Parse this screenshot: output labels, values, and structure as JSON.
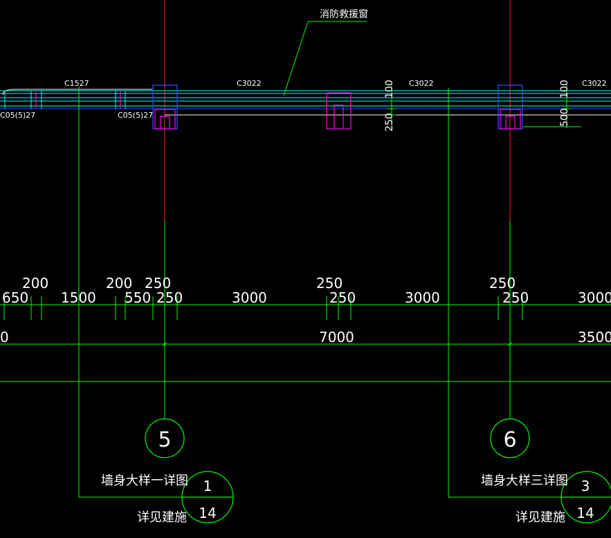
{
  "colors": {
    "background": "#000000",
    "dimension": "#00ff00",
    "axis": "#ff0000",
    "column": "#ff00ff",
    "wall": "#00ffff",
    "window": "#0000ff",
    "text": "#ffffff"
  },
  "window_labels": {
    "c1527": "C1527",
    "c3022_a": "C3022",
    "c3022_b": "C3022",
    "c3022_c": "C3022",
    "c05_a": "C05(5)27",
    "c05_b": "C05(5)27"
  },
  "leader_note": "消防救援窗",
  "vertical_dims": {
    "left_100": "100",
    "left_250": "250",
    "right_100": "100",
    "right_500": "500"
  },
  "dim_row1": {
    "d200a": "200",
    "d200b": "200",
    "d250a": "250",
    "d250b": "250",
    "d250c": "250"
  },
  "dim_row2": {
    "d650": "650",
    "d1500": "1500",
    "d550": "550",
    "d250a": "250",
    "d3000a": "3000",
    "d250b": "250",
    "d3000b": "3000",
    "d250c": "250",
    "d3000c": "3000"
  },
  "dim_row3": {
    "d0": "0",
    "d7000": "7000",
    "d3500": "3500"
  },
  "axes": {
    "axis5": "5",
    "axis6": "6"
  },
  "detail_notes": {
    "left": {
      "title": "墙身大样一详图",
      "note": "详见建施",
      "top": "1",
      "bottom": "14"
    },
    "right": {
      "title": "墙身大样三详图",
      "note": "详见建施",
      "top": "3",
      "bottom": "14"
    }
  }
}
